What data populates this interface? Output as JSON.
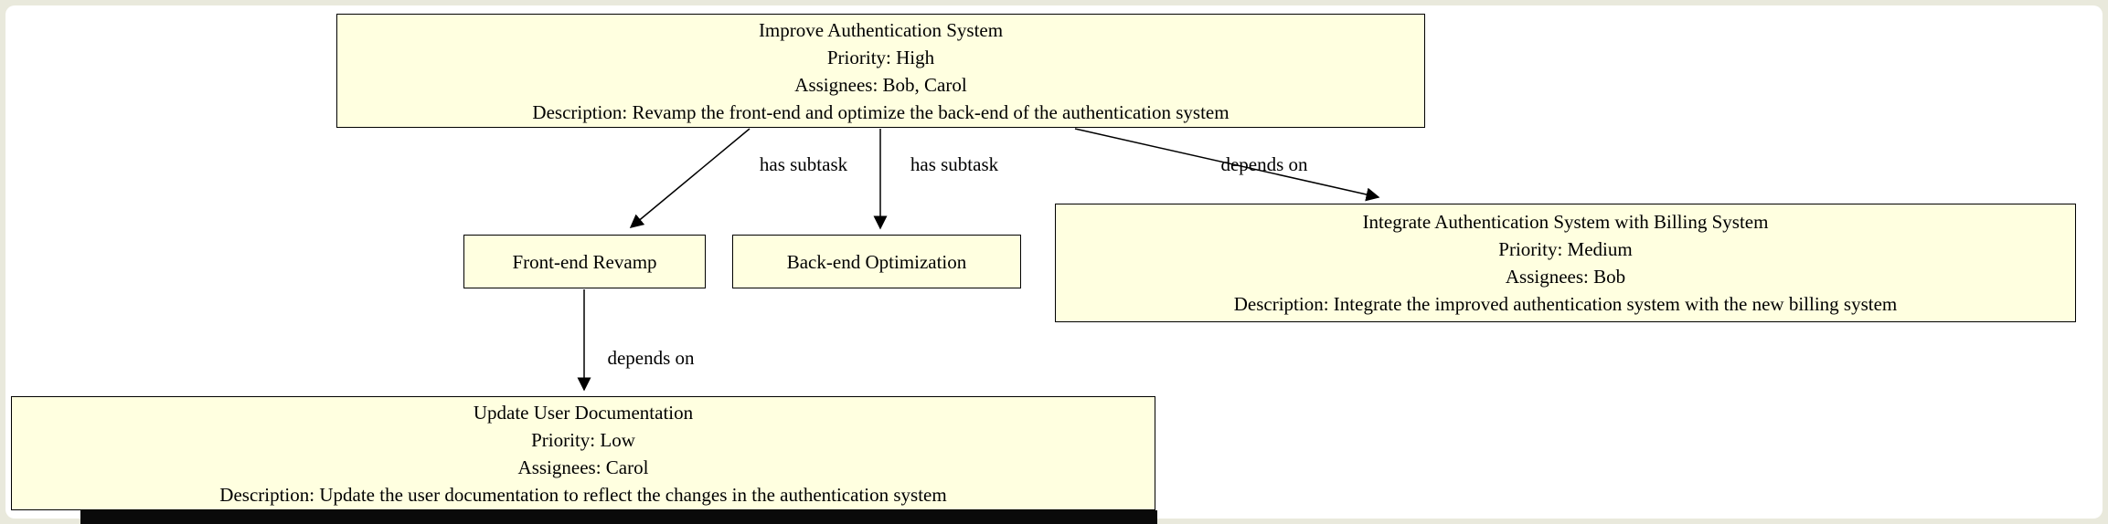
{
  "canvas": {
    "background_color": "#ffffff",
    "frame_color": "#e9e9dc",
    "node_fill_color": "#ffffe0",
    "node_border_color": "#000000",
    "text_color": "#000000"
  },
  "nodes": {
    "improve_auth": {
      "lines": [
        "Improve Authentication System",
        "Priority: High",
        "Assignees: Bob, Carol",
        "Description: Revamp the front-end and optimize the back-end of the authentication system"
      ]
    },
    "frontend_revamp": {
      "lines": [
        "Front-end Revamp"
      ]
    },
    "backend_optimization": {
      "lines": [
        "Back-end Optimization"
      ]
    },
    "integrate_billing": {
      "lines": [
        "Integrate Authentication System with Billing System",
        "Priority: Medium",
        "Assignees: Bob",
        "Description: Integrate the improved authentication system with the new billing system"
      ]
    },
    "update_docs": {
      "lines": [
        "Update User Documentation",
        "Priority: Low",
        "Assignees: Carol",
        "Description: Update the user documentation to reflect the changes in the authentication system"
      ]
    }
  },
  "edges": {
    "subtask_frontend": {
      "from": "improve_auth",
      "to": "frontend_revamp",
      "label": "has subtask"
    },
    "subtask_backend": {
      "from": "improve_auth",
      "to": "backend_optimization",
      "label": "has subtask"
    },
    "depends_integrate": {
      "from": "improve_auth",
      "to": "integrate_billing",
      "label": "depends on"
    },
    "depends_docs": {
      "from": "frontend_revamp",
      "to": "update_docs",
      "label": "depends on"
    }
  }
}
